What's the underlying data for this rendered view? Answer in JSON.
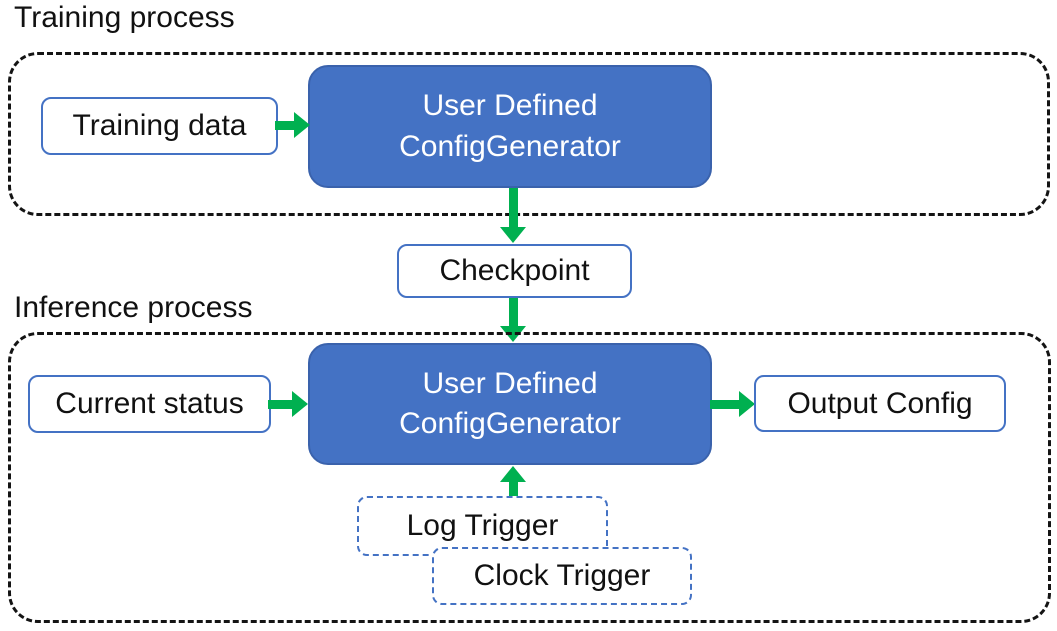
{
  "colors": {
    "accent_blue": "#4472C4",
    "accent_blue_dark": "#3A62AC",
    "arrow_green": "#00B050",
    "outline_black": "#141414",
    "text_black": "#111111",
    "box_white": "#ffffff"
  },
  "training": {
    "label": "Training process",
    "input_label": "Training data",
    "generator": {
      "line1": "User Defined",
      "line2": "ConfigGenerator"
    }
  },
  "checkpoint": {
    "label": "Checkpoint"
  },
  "inference": {
    "label": "Inference process",
    "input_label": "Current status",
    "generator": {
      "line1": "User Defined",
      "line2": "ConfigGenerator"
    },
    "output_label": "Output Config",
    "triggers": [
      {
        "label": "Log Trigger"
      },
      {
        "label": "Clock Trigger"
      }
    ]
  }
}
